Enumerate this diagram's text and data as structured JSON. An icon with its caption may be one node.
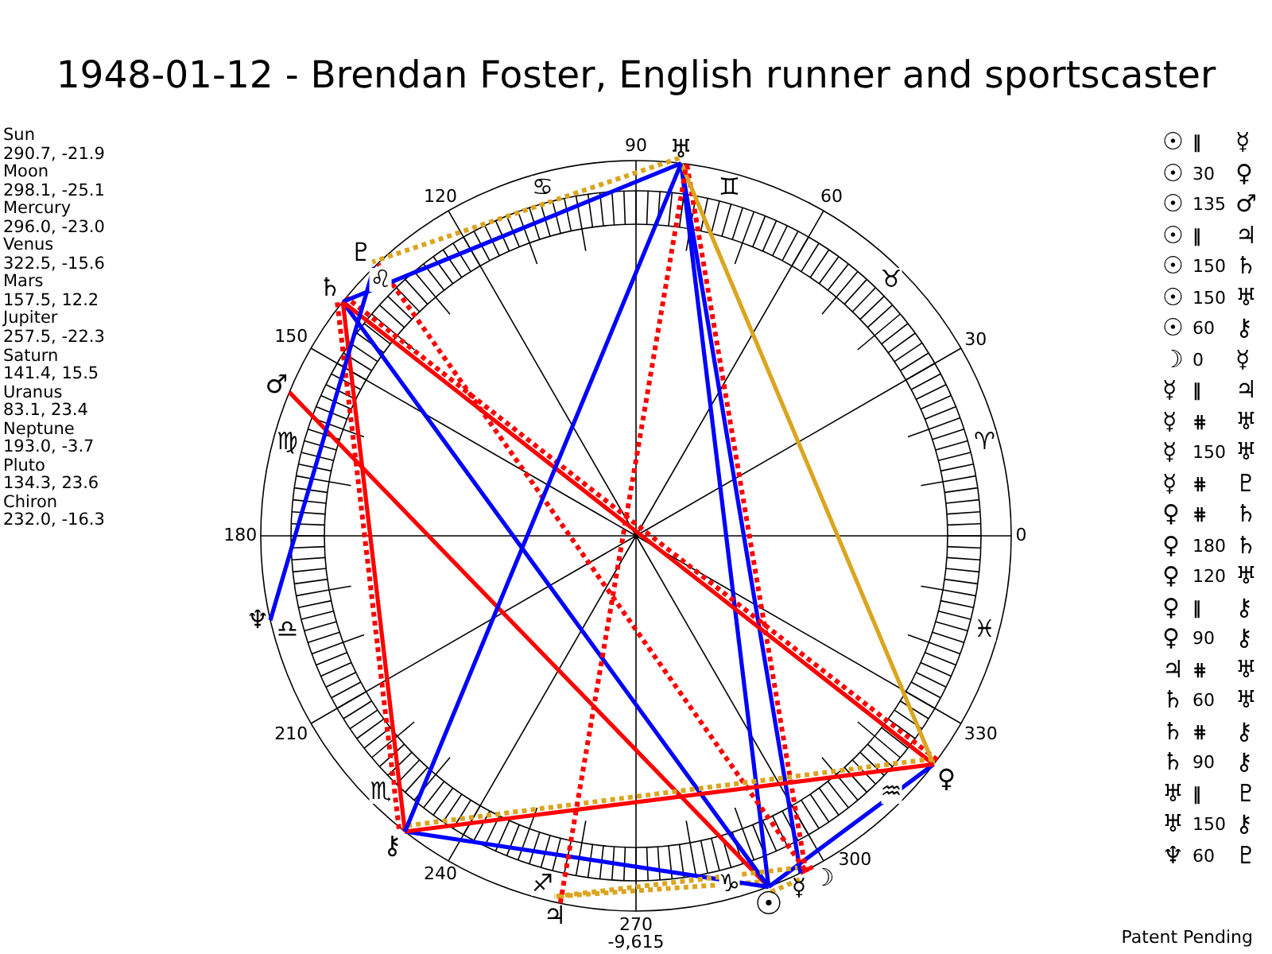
{
  "diagram": {
    "title": "1948-01-12 - Brendan Foster, English runner and sportscaster",
    "nodes": [
      {
        "text": [
          "☉"
        ]
      },
      {
        "text": [
          "☽"
        ]
      },
      {
        "text": [
          "☿"
        ]
      },
      {
        "text": [
          "♀"
        ]
      },
      {
        "text": [
          "♂"
        ]
      },
      {
        "text": [
          "♃"
        ]
      },
      {
        "text": [
          "♄"
        ]
      },
      {
        "text": [
          "♅"
        ]
      },
      {
        "text": [
          "♆"
        ]
      },
      {
        "text": [
          "♇"
        ]
      },
      {
        "text": [
          "⚷"
        ]
      }
    ],
    "edges": [
      {
        "from": 0,
        "to": 2,
        "arrow": "none",
        "style": "dashed",
        "color": "#daa520"
      },
      {
        "from": 0,
        "to": 3,
        "arrow": "none",
        "color": "#0000ff"
      },
      {
        "from": 0,
        "to": 4,
        "arrow": "none",
        "color": "#ff0000"
      },
      {
        "from": 0,
        "to": 5,
        "arrow": "none",
        "style": "dashed",
        "color": "#daa520"
      },
      {
        "from": 0,
        "to": 6,
        "arrow": "none",
        "color": "#0000ff"
      },
      {
        "from": 0,
        "to": 7,
        "arrow": "none",
        "color": "#0000ff"
      },
      {
        "from": 0,
        "to": 10,
        "arrow": "none",
        "color": "#0000ff"
      },
      {
        "from": 1,
        "to": 2,
        "arrow": "none",
        "color": "#ff0000"
      },
      {
        "from": 2,
        "to": 5,
        "arrow": "none",
        "style": "dashed",
        "color": "#daa520"
      },
      {
        "from": 2,
        "to": 7,
        "arrow": "none",
        "style": "dashed",
        "color": "#ff0000"
      },
      {
        "from": 2,
        "to": 7,
        "arrow": "none",
        "color": "#0000ff"
      },
      {
        "from": 2,
        "to": 9,
        "arrow": "none",
        "style": "dashed",
        "color": "#ff0000"
      },
      {
        "from": 3,
        "to": 6,
        "arrow": "none",
        "style": "dashed",
        "color": "#ff0000"
      },
      {
        "from": 3,
        "to": 6,
        "arrow": "none",
        "color": "#ff0000"
      },
      {
        "from": 3,
        "to": 7,
        "arrow": "none",
        "color": "#daa520"
      },
      {
        "from": 3,
        "to": 10,
        "arrow": "none",
        "style": "dashed",
        "color": "#daa520"
      },
      {
        "from": 3,
        "to": 10,
        "arrow": "none",
        "color": "#ff0000"
      },
      {
        "from": 5,
        "to": 7,
        "arrow": "none",
        "style": "dashed",
        "color": "#ff0000"
      },
      {
        "from": 6,
        "to": 7,
        "arrow": "none",
        "color": "#0000ff"
      },
      {
        "from": 6,
        "to": 10,
        "arrow": "none",
        "style": "dashed",
        "color": "#ff0000"
      },
      {
        "from": 6,
        "to": 10,
        "arrow": "none",
        "color": "#ff0000"
      },
      {
        "from": 7,
        "to": 9,
        "arrow": "none",
        "style": "dashed",
        "color": "#daa520"
      },
      {
        "from": 7,
        "to": 10,
        "arrow": "none",
        "color": "#0000ff"
      },
      {
        "from": 8,
        "to": 9,
        "arrow": "none",
        "color": "#0000ff"
      }
    ],
    "labels": [
      "Sun",
      "290.7, -21.9",
      "Moon",
      "298.1, -25.1",
      "Mercury",
      "296.0, -23.0",
      "Venus",
      "322.5, -15.6",
      "Mars",
      "157.5, 12.2",
      "Jupiter",
      "257.5, -22.3",
      "Saturn",
      "141.4, 15.5",
      "Uranus",
      "83.1, 23.4",
      "Neptune",
      "193.0, -3.7",
      "Pluto",
      "134.3, 23.6",
      "Chiron",
      "232.0, -16.3",
      "☉ ‖ ☿",
      "☉ 30 ♀",
      "☉ 135 ♂",
      "☉ ‖ ♃",
      "☉ 150 ♄",
      "☉ 150 ♅",
      "☉ 60 ⚷",
      "☽ 0 ☿",
      "☿ ‖ ♃",
      "☿ ⋕ ♅",
      "☿ 150 ♅",
      "☿ ⋕ ♇",
      "♀ ⋕ ♄",
      "♀ 180 ♄",
      "♀ 120 ♅",
      "♀ ‖ ⚷",
      "♀ 90 ⚷",
      "♃ ⋕ ♅",
      "♄ 60 ♅",
      "♄ ⋕ ⚷",
      "♄ 90 ⚷",
      "♅ ‖ ♇",
      "♅ 150 ⚷",
      "♆ 60 ♇",
      "0",
      "30",
      "60",
      "90",
      "120",
      "150",
      "180",
      "210",
      "240",
      "270",
      "300",
      "330",
      "♈",
      "♉",
      "♊",
      "♋",
      "♌",
      "♍",
      "♎",
      "♏",
      "♐",
      "♑",
      "♒",
      "♓",
      "-9,615",
      "Patent Pending"
    ]
  }
}
